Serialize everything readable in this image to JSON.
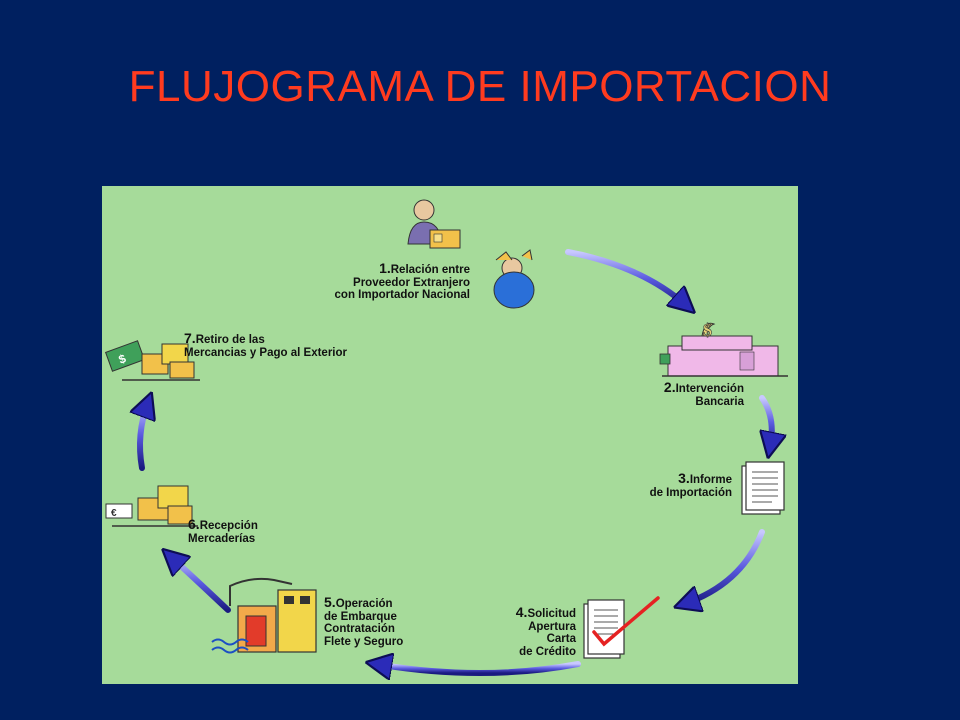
{
  "slide": {
    "title": "FLUJOGRAMA DE IMPORTACION",
    "title_color": "#FF3B1F",
    "background": "#002060",
    "panel_background": "#A6DB9A"
  },
  "steps": [
    {
      "num": "1.",
      "text": "Relación entre\nProveedor Extranjero\ncon Importador Nacional",
      "icon": "two-businessmen-icon"
    },
    {
      "num": "2.",
      "text": "Intervención\nBancaria",
      "icon": "bank-building-icon"
    },
    {
      "num": "3.",
      "text": "Informe\nde Importación",
      "icon": "document-icon"
    },
    {
      "num": "4.",
      "text": "Solicitud\nApertura\nCarta\nde Crédito",
      "icon": "checked-document-icon"
    },
    {
      "num": "5.",
      "text": "Operación\nde Embarque\nContratación\nFlete y Seguro",
      "icon": "ship-cargo-icon"
    },
    {
      "num": "6.",
      "text": "Recepción\nMercaderías",
      "icon": "boxes-icon"
    },
    {
      "num": "7.",
      "text": "Retiro de las\nMercancias y Pago al Exterior",
      "icon": "money-boxes-icon"
    }
  ]
}
